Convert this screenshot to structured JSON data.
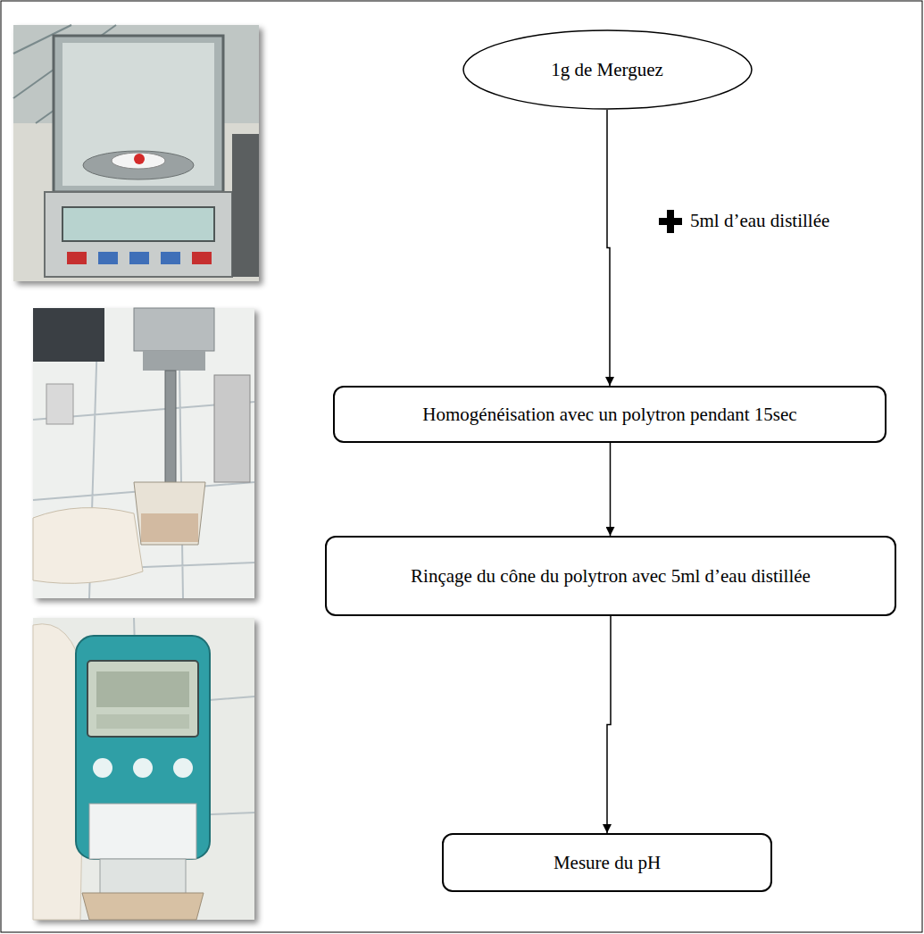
{
  "diagram": {
    "nodes": [
      {
        "text": [
          "1g de Merguez"
        ]
      },
      {
        "text": [
          "Homogénéisation avec un polytron pendant 15sec"
        ]
      },
      {
        "text": [
          "Rinçage du cône du polytron avec 5ml d’eau distillée"
        ]
      },
      {
        "text": [
          "Mesure du pH"
        ]
      }
    ],
    "edges": [
      {
        "from": 0,
        "to": 1,
        "arrow": "to",
        "label": "5ml d’eau distillée"
      },
      {
        "from": 1,
        "to": 2,
        "arrow": "to"
      },
      {
        "from": 2,
        "to": 3,
        "arrow": "to"
      }
    ]
  }
}
